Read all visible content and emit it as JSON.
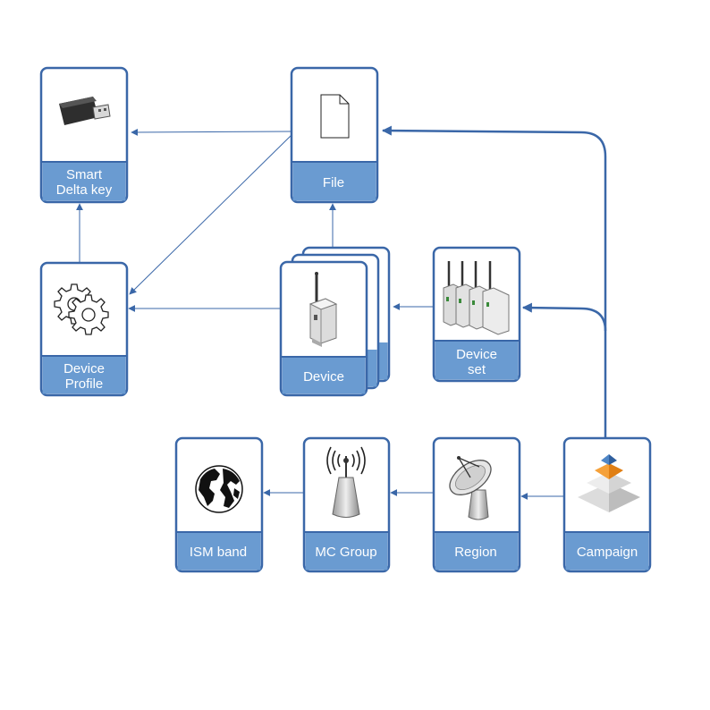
{
  "nodes": {
    "smart_delta_key": {
      "label_line1": "Smart",
      "label_line2": "Delta key",
      "icon": "usb-key-icon"
    },
    "file": {
      "label": "File",
      "icon": "file-icon"
    },
    "device_profile": {
      "label_line1": "Device",
      "label_line2": "Profile",
      "icon": "gear-icon"
    },
    "device": {
      "label": "Device",
      "icon": "wireless-device-icon"
    },
    "device_set": {
      "label_line1": "Device",
      "label_line2": "set",
      "icon": "device-set-icon"
    },
    "ism_band": {
      "label": "ISM band",
      "icon": "globe-icon"
    },
    "mc_group": {
      "label": "MC Group",
      "icon": "antenna-tower-icon"
    },
    "region": {
      "label": "Region",
      "icon": "satellite-dish-icon"
    },
    "campaign": {
      "label": "Campaign",
      "icon": "pyramid-icon"
    }
  },
  "colors": {
    "border": "#3a67a8",
    "label_bg": "#6a9bd1",
    "arrow": "#3a67a8",
    "label_text": "#ffffff"
  }
}
